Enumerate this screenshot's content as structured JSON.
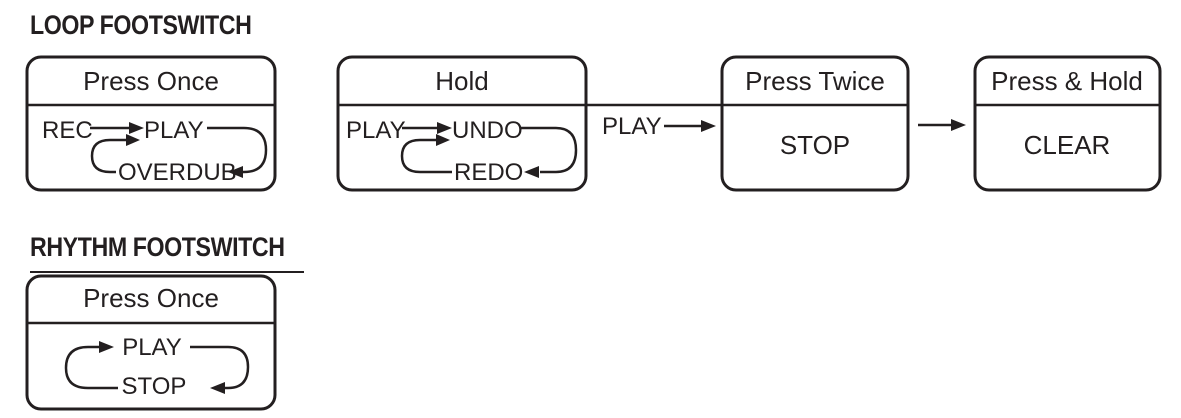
{
  "loop_section": {
    "title": "LOOP FOOTSWITCH",
    "press_once": {
      "header": "Press Once",
      "rec": "REC",
      "play": "PLAY",
      "overdub": "OVERDUB"
    },
    "hold": {
      "header": "Hold",
      "play": "PLAY",
      "undo": "UNDO",
      "redo": "REDO"
    },
    "play_transition": "PLAY",
    "press_twice": {
      "header": "Press Twice",
      "action": "STOP"
    },
    "press_hold": {
      "header": "Press & Hold",
      "action": "CLEAR"
    }
  },
  "rhythm_section": {
    "title": "RHYTHM FOOTSWITCH",
    "press_once": {
      "header": "Press Once",
      "play": "PLAY",
      "stop": "STOP"
    }
  }
}
